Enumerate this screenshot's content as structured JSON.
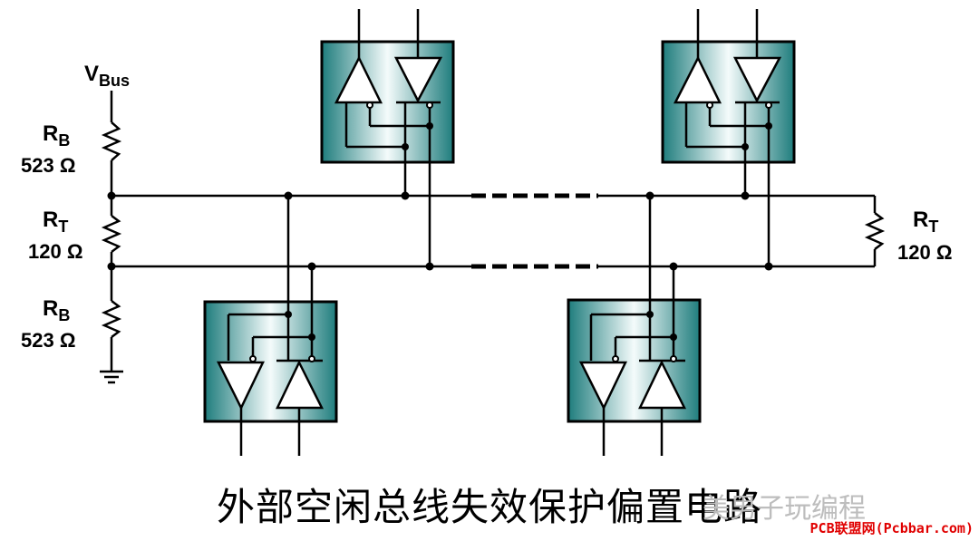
{
  "labels": {
    "vbus_main": "V",
    "vbus_sub": "Bus",
    "rb_top_main": "R",
    "rb_top_sub": "B",
    "rb_top_value": "523 Ω",
    "rt_left_main": "R",
    "rt_left_sub": "T",
    "rt_left_value": "120 Ω",
    "rb_bottom_main": "R",
    "rb_bottom_sub": "B",
    "rb_bottom_value": "523 Ω",
    "rt_right_main": "R",
    "rt_right_sub": "T",
    "rt_right_value": "120 Ω"
  },
  "caption": "外部空闲总线失效保护偏置电路",
  "watermark_blog": "美男子玩编程",
  "watermark_site": "PCB联盟网(Pcbbar.com)",
  "colors": {
    "transceiver_dark": "#1f7d7d",
    "transceiver_light": "#f4fbfb",
    "wire": "#000000",
    "watermark_red": "#e00000"
  }
}
